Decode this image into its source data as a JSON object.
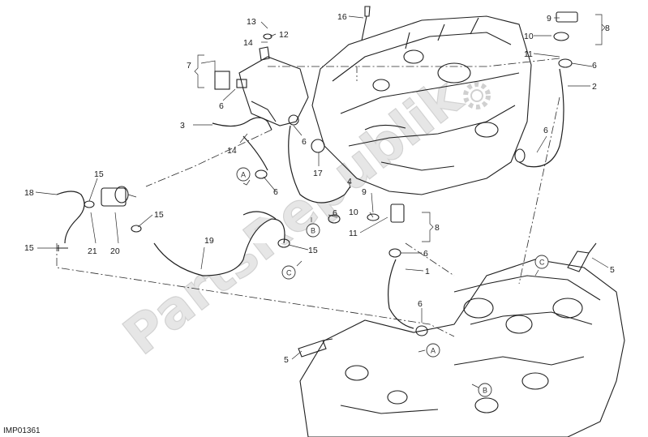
{
  "diagram": {
    "image_code": "IMP01361",
    "watermark": "PartsRepublik",
    "callouts": [
      "13",
      "12",
      "14",
      "7",
      "6",
      "3",
      "14",
      "6",
      "17",
      "4",
      "16",
      "9",
      "10",
      "11",
      "6",
      "8",
      "2",
      "6",
      "18",
      "15",
      "15",
      "15",
      "21",
      "20",
      "19",
      "6",
      "9",
      "10",
      "11",
      "6",
      "8",
      "6",
      "1",
      "15",
      "5",
      "6",
      "5"
    ],
    "reference_circles": [
      "A",
      "B",
      "C",
      "A",
      "B",
      "C"
    ],
    "icons": [
      "gear-icon"
    ]
  }
}
